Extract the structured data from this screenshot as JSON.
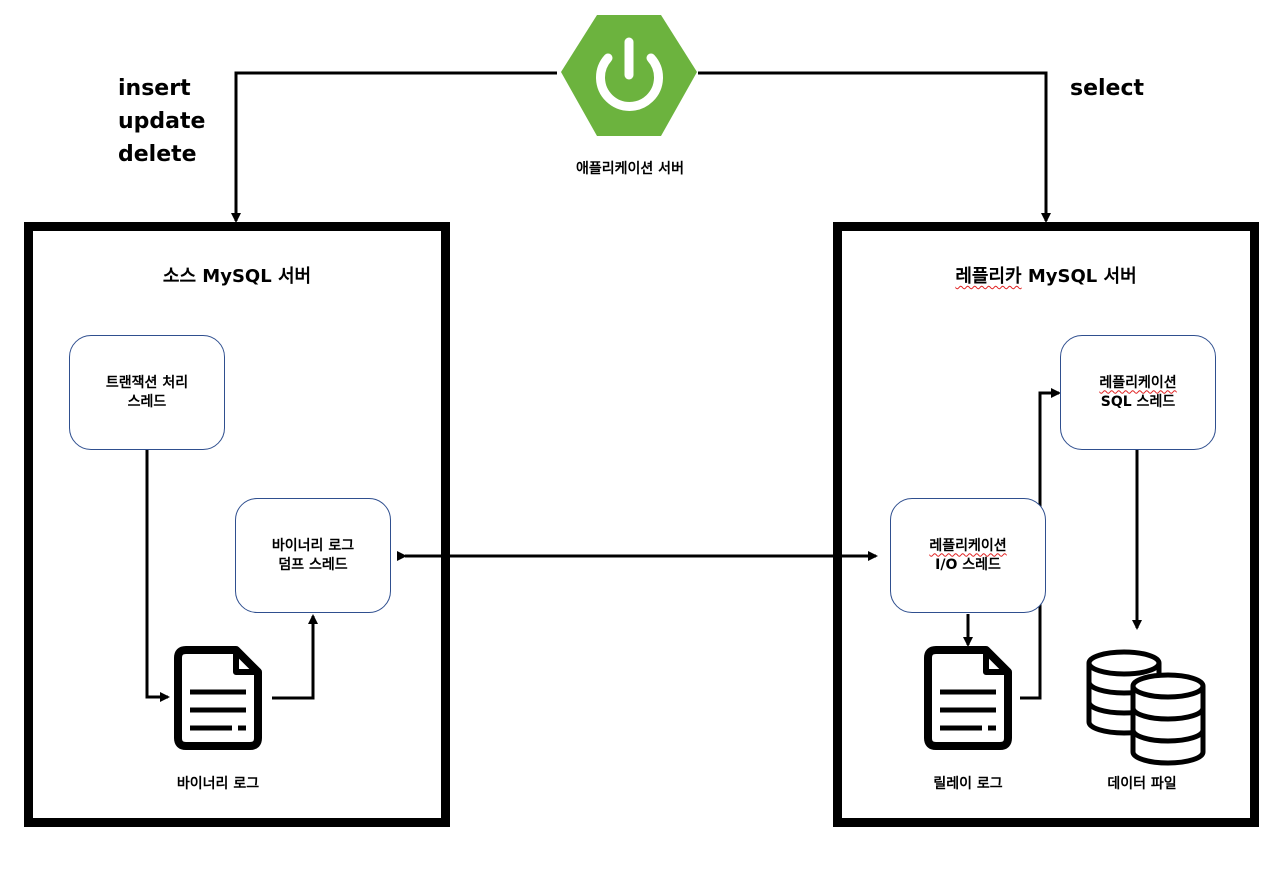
{
  "app_server": {
    "label": "애플리케이션 서버",
    "icon": "spring-power-icon",
    "color": "#6cb33e"
  },
  "write_ops": [
    "insert",
    "update",
    "delete"
  ],
  "read_ops": [
    "select"
  ],
  "source_server": {
    "title": "소스 MySQL 서버",
    "transaction_thread": {
      "line1": "트랜잭션 처리",
      "line2": "스레드"
    },
    "dump_thread": {
      "line1": "바이너리 로그",
      "line2": "덤프 스레드"
    },
    "binlog_label": "바이너리 로그"
  },
  "replica_server": {
    "title_underlined": "레플리카",
    "title_rest": " MySQL 서버",
    "sql_thread": {
      "line1": "레플리케이션",
      "line2": "SQL 스레드"
    },
    "io_thread": {
      "line1": "레플리케이션",
      "line2": "I/O 스레드"
    },
    "relay_log_label": "릴레이 로그",
    "data_file_label": "데이터 파일"
  },
  "colors": {
    "spring_green": "#6cb33e",
    "box_border": "#2f4f8f",
    "spellcheck_underline": "#e02020"
  }
}
